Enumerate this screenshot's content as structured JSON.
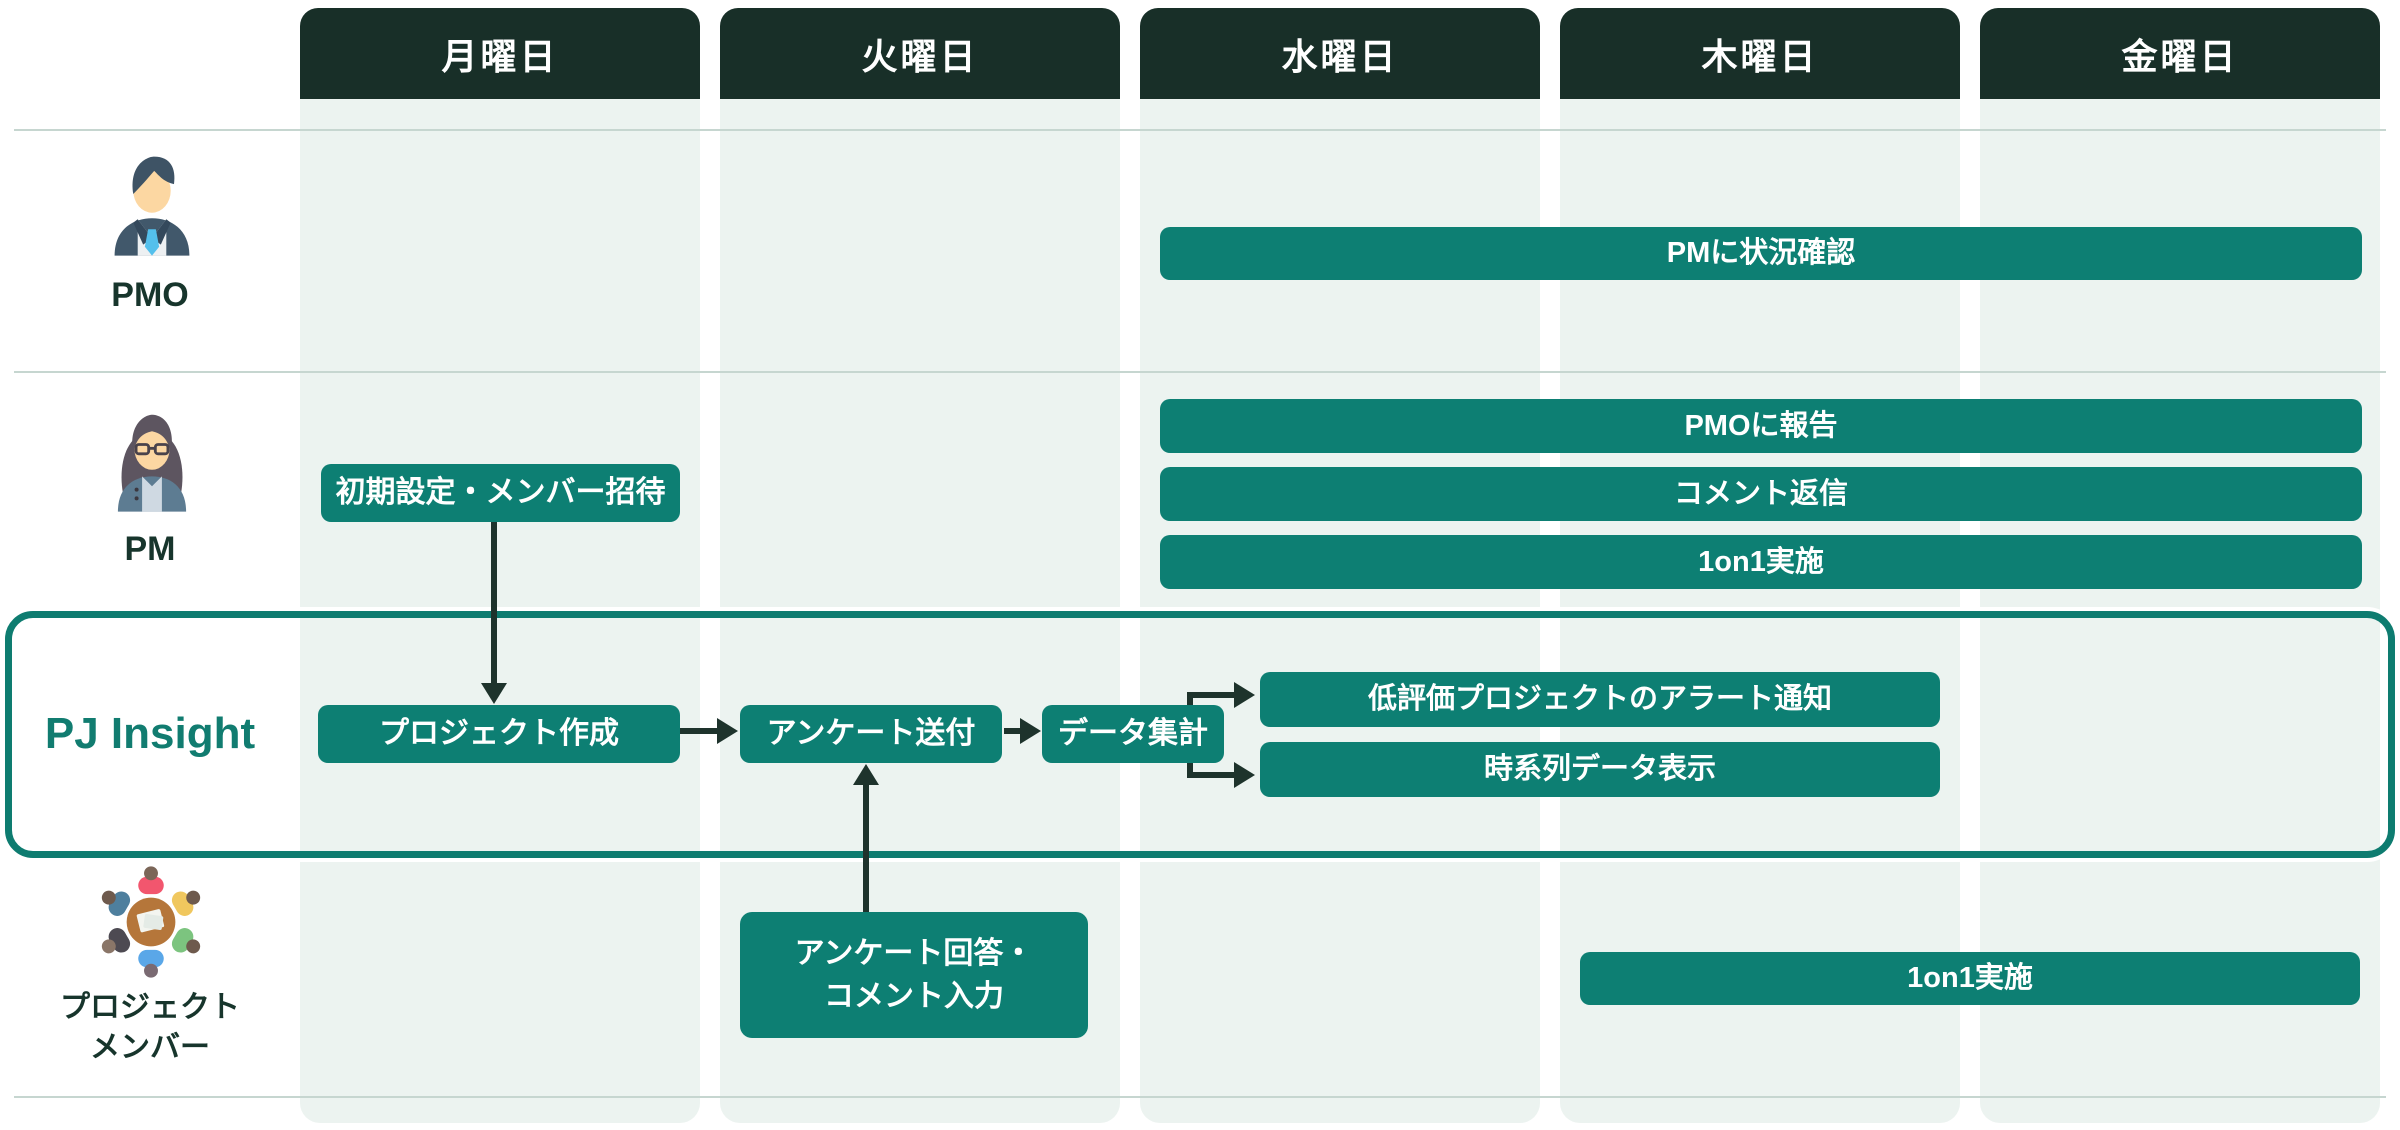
{
  "columns": [
    {
      "label": "月曜日"
    },
    {
      "label": "火曜日"
    },
    {
      "label": "水曜日"
    },
    {
      "label": "木曜日"
    },
    {
      "label": "金曜日"
    }
  ],
  "lanes": [
    {
      "id": "pmo",
      "label": "PMO",
      "icon": "businessman-icon"
    },
    {
      "id": "pm",
      "label": "PM",
      "icon": "businesswoman-icon"
    },
    {
      "id": "pj_insight",
      "label": "PJ Insight",
      "icon": null
    },
    {
      "id": "members",
      "label_lines": [
        "プロジェクト",
        "メンバー"
      ],
      "icon": "team-circle-icon"
    }
  ],
  "tasks": {
    "pm_status_check": "PMに状況確認",
    "report_to_pmo": "PMOに報告",
    "reply_comments": "コメント返信",
    "one_on_one_pm": "1on1実施",
    "initial_setup": "初期設定・メンバー招待",
    "create_project": "プロジェクト作成",
    "send_survey": "アンケート送付",
    "aggregate_data": "データ集計",
    "low_rating_alert": "低評価プロジェクトのアラート通知",
    "timeseries_display": "時系列データ表示",
    "answer_survey_lines": [
      "アンケート回答・",
      "コメント入力"
    ],
    "one_on_one_members": "1on1実施"
  },
  "colors": {
    "accent_teal": "#0d7f73",
    "header_dark": "#182f28",
    "lane_band": "#ecf3f0",
    "separator": "#c6d6d0",
    "arrow": "#1e332c",
    "label_dark": "#17352c",
    "pj_insight_text": "#117c70"
  }
}
